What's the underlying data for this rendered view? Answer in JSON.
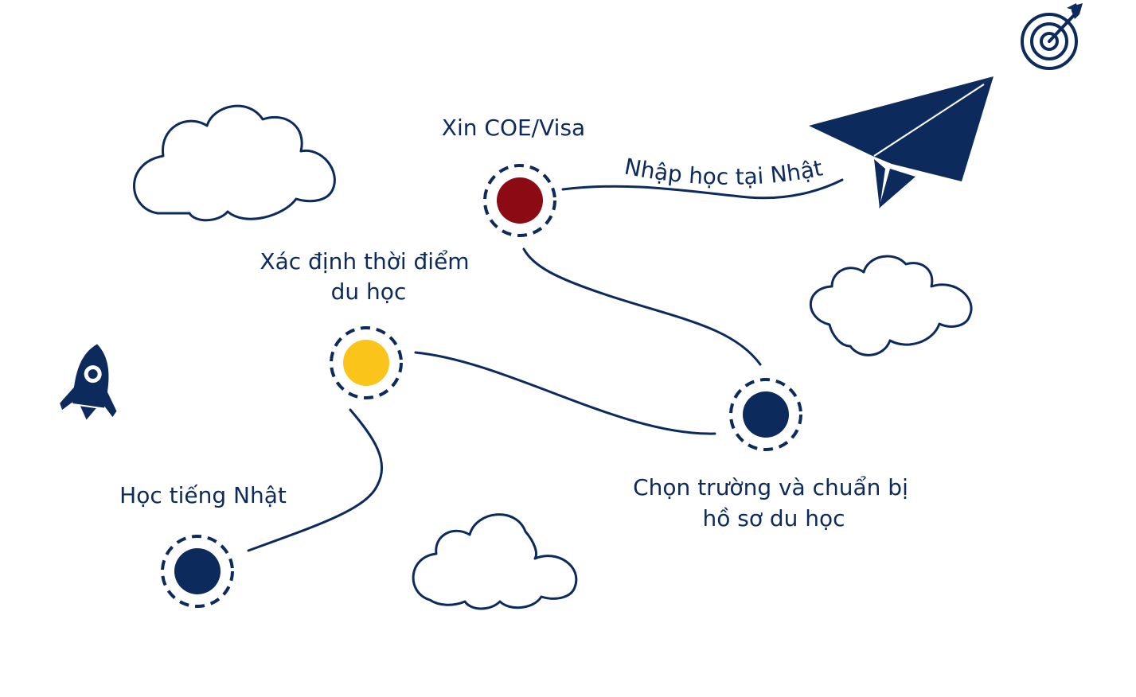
{
  "colors": {
    "navy": "#0d2a5c",
    "red": "#8b0a14",
    "yellow": "#fbc41a",
    "background": "#ffffff"
  },
  "steps": [
    {
      "id": "hoc-tieng-nhat",
      "label": "Học tiếng Nhật",
      "color": "#0d2a5c"
    },
    {
      "id": "xac-dinh-thoi-diem",
      "label_line1": "Xác định thời điểm",
      "label_line2": "du học",
      "color": "#fbc41a"
    },
    {
      "id": "chon-truong",
      "label_line1": "Chọn trường và chuẩn bị",
      "label_line2": "hồ sơ du học",
      "color": "#0d2a5c"
    },
    {
      "id": "xin-coe-visa",
      "label": "Xin COE/Visa",
      "color": "#8b0a14"
    },
    {
      "id": "nhap-hoc",
      "label": "Nhập học tại Nhật"
    }
  ],
  "icons": [
    "cloud-icon",
    "rocket-icon",
    "paper-plane-icon",
    "target-icon"
  ]
}
